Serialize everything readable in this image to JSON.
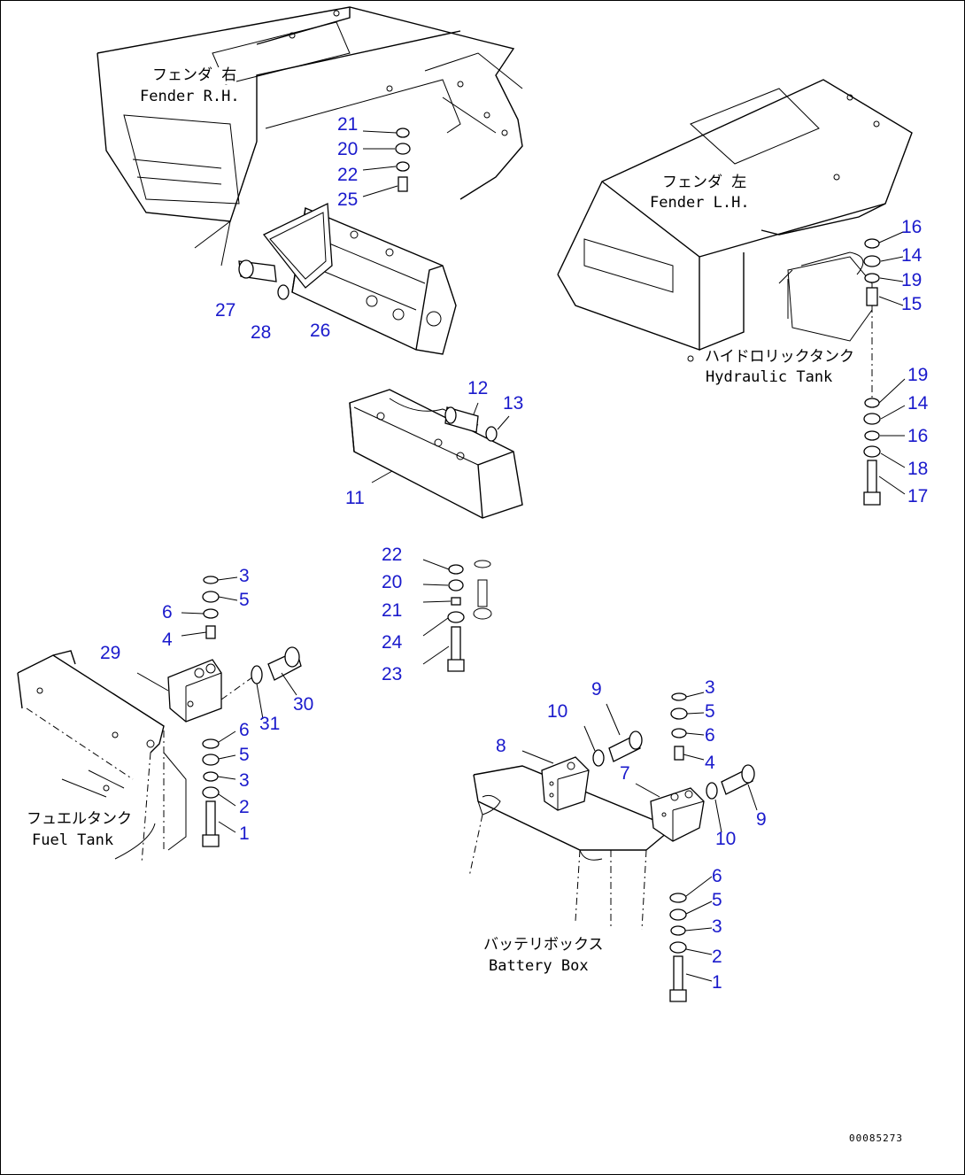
{
  "labels": {
    "fender_rh_jp": "フェンダ 右",
    "fender_rh_en": "Fender R.H.",
    "fender_lh_jp": "フェンダ 左",
    "fender_lh_en": "Fender L.H.",
    "hydraulic_tank_jp": "ハイドロリックタンク",
    "hydraulic_tank_en": "Hydraulic Tank",
    "fuel_tank_jp": "フュエルタンク",
    "fuel_tank_en": "Fuel Tank",
    "battery_box_jp": "バッテリボックス",
    "battery_box_en": "Battery Box"
  },
  "callouts": [
    {
      "id": "c-21a",
      "text": "21"
    },
    {
      "id": "c-20a",
      "text": "20"
    },
    {
      "id": "c-22a",
      "text": "22"
    },
    {
      "id": "c-25",
      "text": "25"
    },
    {
      "id": "c-27",
      "text": "27"
    },
    {
      "id": "c-28",
      "text": "28"
    },
    {
      "id": "c-26",
      "text": "26"
    },
    {
      "id": "c-12",
      "text": "12"
    },
    {
      "id": "c-13",
      "text": "13"
    },
    {
      "id": "c-11",
      "text": "11"
    },
    {
      "id": "c-16a",
      "text": "16"
    },
    {
      "id": "c-14a",
      "text": "14"
    },
    {
      "id": "c-19a",
      "text": "19"
    },
    {
      "id": "c-15",
      "text": "15"
    },
    {
      "id": "c-19b",
      "text": "19"
    },
    {
      "id": "c-14b",
      "text": "14"
    },
    {
      "id": "c-16b",
      "text": "16"
    },
    {
      "id": "c-18",
      "text": "18"
    },
    {
      "id": "c-17",
      "text": "17"
    },
    {
      "id": "c-22b",
      "text": "22"
    },
    {
      "id": "c-20b",
      "text": "20"
    },
    {
      "id": "c-21b",
      "text": "21"
    },
    {
      "id": "c-24",
      "text": "24"
    },
    {
      "id": "c-23",
      "text": "23"
    },
    {
      "id": "c-3a",
      "text": "3"
    },
    {
      "id": "c-5a",
      "text": "5"
    },
    {
      "id": "c-6a",
      "text": "6"
    },
    {
      "id": "c-4a",
      "text": "4"
    },
    {
      "id": "c-29",
      "text": "29"
    },
    {
      "id": "c-31",
      "text": "31"
    },
    {
      "id": "c-30",
      "text": "30"
    },
    {
      "id": "c-6b",
      "text": "6"
    },
    {
      "id": "c-5b",
      "text": "5"
    },
    {
      "id": "c-3b",
      "text": "3"
    },
    {
      "id": "c-2a",
      "text": "2"
    },
    {
      "id": "c-1a",
      "text": "1"
    },
    {
      "id": "c-9a",
      "text": "9"
    },
    {
      "id": "c-10a",
      "text": "10"
    },
    {
      "id": "c-8",
      "text": "8"
    },
    {
      "id": "c-7",
      "text": "7"
    },
    {
      "id": "c-9b",
      "text": "9"
    },
    {
      "id": "c-10b",
      "text": "10"
    },
    {
      "id": "c-3c",
      "text": "3"
    },
    {
      "id": "c-5c",
      "text": "5"
    },
    {
      "id": "c-6c",
      "text": "6"
    },
    {
      "id": "c-4b",
      "text": "4"
    },
    {
      "id": "c-6d",
      "text": "6"
    },
    {
      "id": "c-5d",
      "text": "5"
    },
    {
      "id": "c-3d",
      "text": "3"
    },
    {
      "id": "c-2b",
      "text": "2"
    },
    {
      "id": "c-1b",
      "text": "1"
    }
  ],
  "drawing_code": "00085273"
}
